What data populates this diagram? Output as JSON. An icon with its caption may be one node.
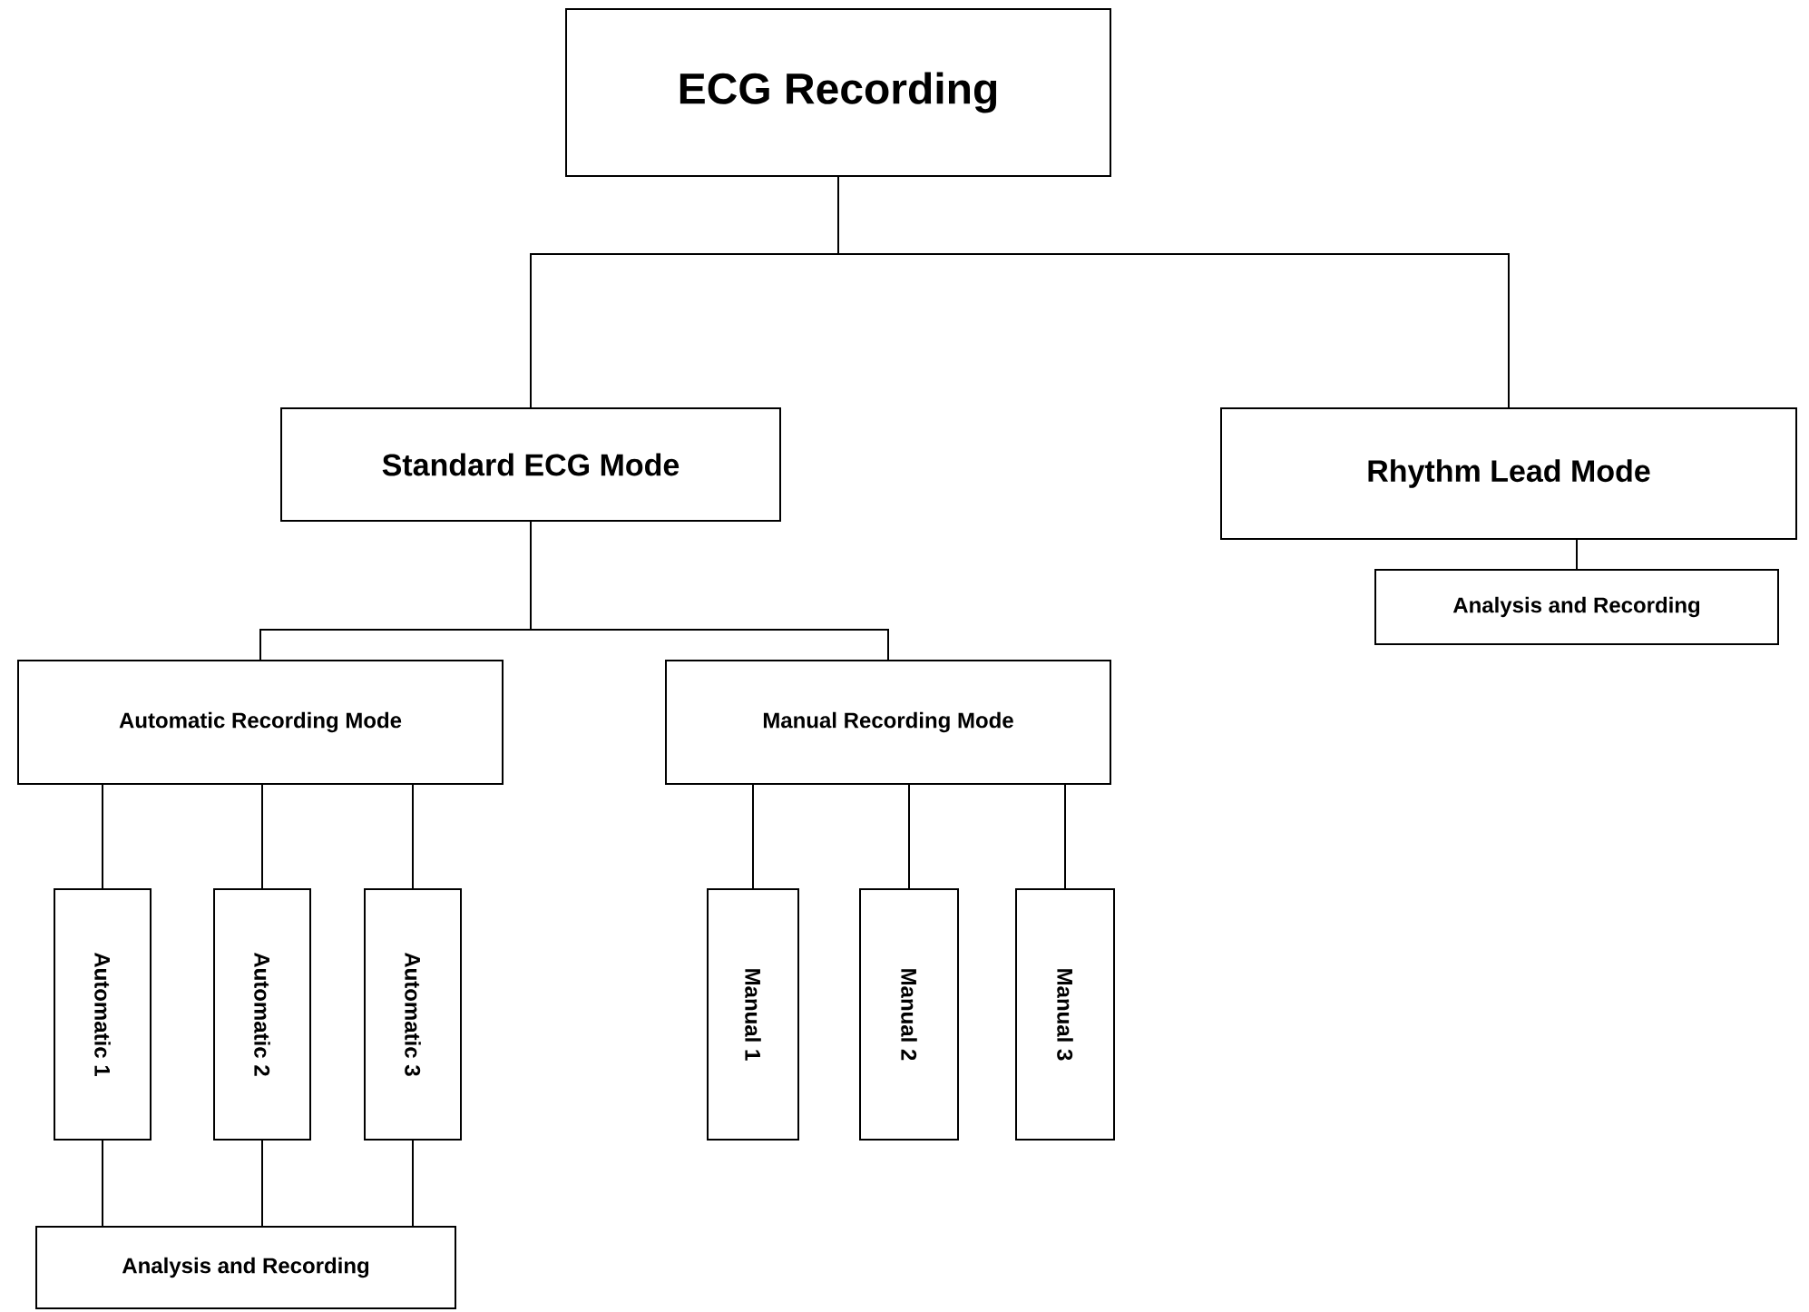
{
  "diagram": {
    "nodes": [
      {
        "text": [
          "ECG Recording"
        ]
      },
      {
        "text": [
          "Standard ECG Mode"
        ]
      },
      {
        "text": [
          "Rhythm Lead Mode"
        ]
      },
      {
        "text": [
          "Analysis and Recording"
        ]
      },
      {
        "text": [
          "Automatic Recording Mode"
        ]
      },
      {
        "text": [
          "Manual Recording Mode"
        ]
      },
      {
        "text": [
          "Automatic 1"
        ]
      },
      {
        "text": [
          "Automatic 2"
        ]
      },
      {
        "text": [
          "Automatic 3"
        ]
      },
      {
        "text": [
          "Manual 1"
        ]
      },
      {
        "text": [
          "Manual 2"
        ]
      },
      {
        "text": [
          "Manual 3"
        ]
      },
      {
        "text": [
          "Analysis and Recording"
        ]
      }
    ],
    "edges": [
      {
        "from": 0,
        "to": 1,
        "arrow": "none"
      },
      {
        "from": 0,
        "to": 2,
        "arrow": "none"
      },
      {
        "from": 2,
        "to": 3,
        "arrow": "none"
      },
      {
        "from": 1,
        "to": 4,
        "arrow": "none"
      },
      {
        "from": 1,
        "to": 5,
        "arrow": "none"
      },
      {
        "from": 4,
        "to": 6,
        "arrow": "none"
      },
      {
        "from": 4,
        "to": 7,
        "arrow": "none"
      },
      {
        "from": 4,
        "to": 8,
        "arrow": "none"
      },
      {
        "from": 5,
        "to": 9,
        "arrow": "none"
      },
      {
        "from": 5,
        "to": 10,
        "arrow": "none"
      },
      {
        "from": 5,
        "to": 11,
        "arrow": "none"
      },
      {
        "from": 6,
        "to": 12,
        "arrow": "none"
      },
      {
        "from": 7,
        "to": 12,
        "arrow": "none"
      },
      {
        "from": 8,
        "to": 12,
        "arrow": "none"
      }
    ]
  }
}
